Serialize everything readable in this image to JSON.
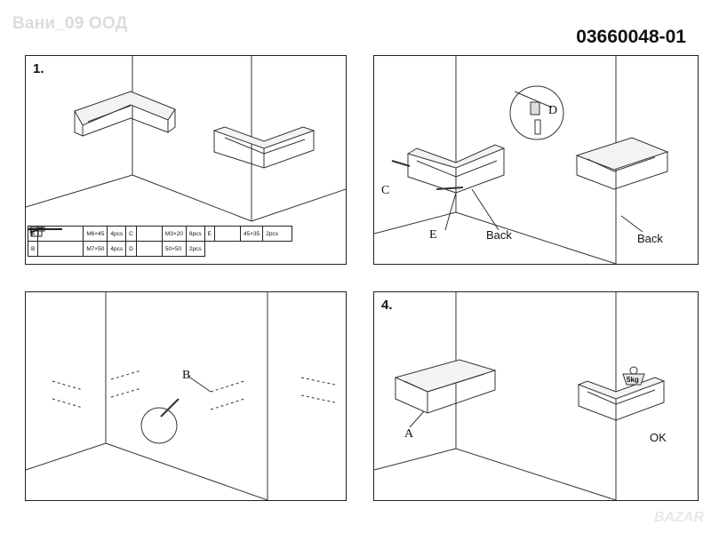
{
  "watermark": "Вани_09 ООД",
  "doc_code": "03660048-01",
  "corner_mark": "BAZAR",
  "panels": {
    "p1": {
      "step": "1."
    },
    "p2": {
      "labels": {
        "c": "C",
        "d": "D",
        "e": "E",
        "back1": "Back",
        "back2": "Back"
      }
    },
    "p3": {
      "labels": {
        "b": "B"
      }
    },
    "p4": {
      "step": "4.",
      "labels": {
        "a": "A",
        "weight": "5kg",
        "ok": "OK"
      }
    }
  },
  "parts_table": [
    [
      {
        "letter": "A",
        "size": "M6×45",
        "qty": "4pcs"
      },
      {
        "letter": "C",
        "size": "M3×20",
        "qty": "8pcs"
      },
      {
        "letter": "E",
        "size": "45×35",
        "qty": "2pcs"
      }
    ],
    [
      {
        "letter": "B",
        "size": "M7×50",
        "qty": "4pcs"
      },
      {
        "letter": "D",
        "size": "50×50",
        "qty": "2pcs"
      }
    ]
  ]
}
